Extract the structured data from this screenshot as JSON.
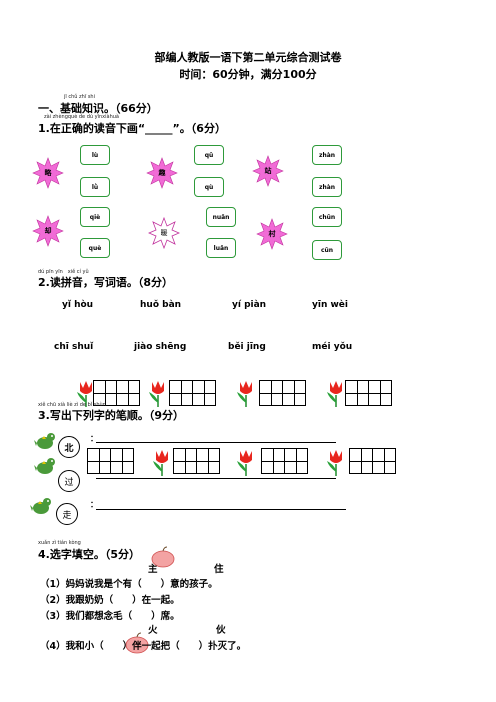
{
  "header": {
    "title": "部编人教版一语下第二单元综合测试卷",
    "subtitle": "时间：60分钟，满分100分"
  },
  "part1": {
    "pinyin": "jī chǔ zhī shi",
    "heading": "一、基础知识。（66分）"
  },
  "q1": {
    "pinyin": "zài zhèngquè de dú yīnxiàhuà",
    "heading": "1.在正确的读音下画“_____”。（6分）",
    "groups": [
      {
        "char": "略",
        "opts": [
          "lù",
          "lǜ"
        ]
      },
      {
        "char": "趣",
        "opts": [
          "qū",
          "qù"
        ]
      },
      {
        "char": "站",
        "opts": [
          "zhàn",
          "zhàn"
        ]
      },
      {
        "char": "却",
        "opts": [
          "qiè",
          "què"
        ]
      },
      {
        "char": "暖",
        "opts": [
          "nuǎn",
          "luǎn"
        ]
      },
      {
        "char": "村",
        "opts": [
          "chūn",
          "cūn"
        ]
      }
    ]
  },
  "q2": {
    "pinyin": "dú pīn yīn　xiě cí yǔ",
    "heading": "2.读拼音，写词语。（8分）",
    "row1": [
      "yǐ hòu",
      "huǒ bàn",
      "yí piàn",
      "yīn wèi"
    ],
    "row2": [
      "chī shuǐ",
      "jiào shēng",
      "běi jīng",
      "méi yǒu"
    ]
  },
  "q3": {
    "pinyin": "xiě chū xià liè zì de bǐ shùn",
    "heading": "3.写出下列字的笔顺。（9分）",
    "chars": [
      "北",
      "过",
      "走"
    ],
    "colon": "："
  },
  "q4": {
    "pinyin": "xuǎn zì tián kòng",
    "heading": "4.选字填空。（5分）",
    "pair1": [
      "主",
      "住"
    ],
    "pair2": [
      "火",
      "伙"
    ],
    "sentences": [
      "（1）妈妈说我是个有（　　）意的孩子。",
      "（2）我跟奶奶（　　）在一起。",
      "（3）我们都想念毛（　　）席。",
      "（4）我和小（　　）伴一起把（　　）扑灭了。"
    ]
  }
}
